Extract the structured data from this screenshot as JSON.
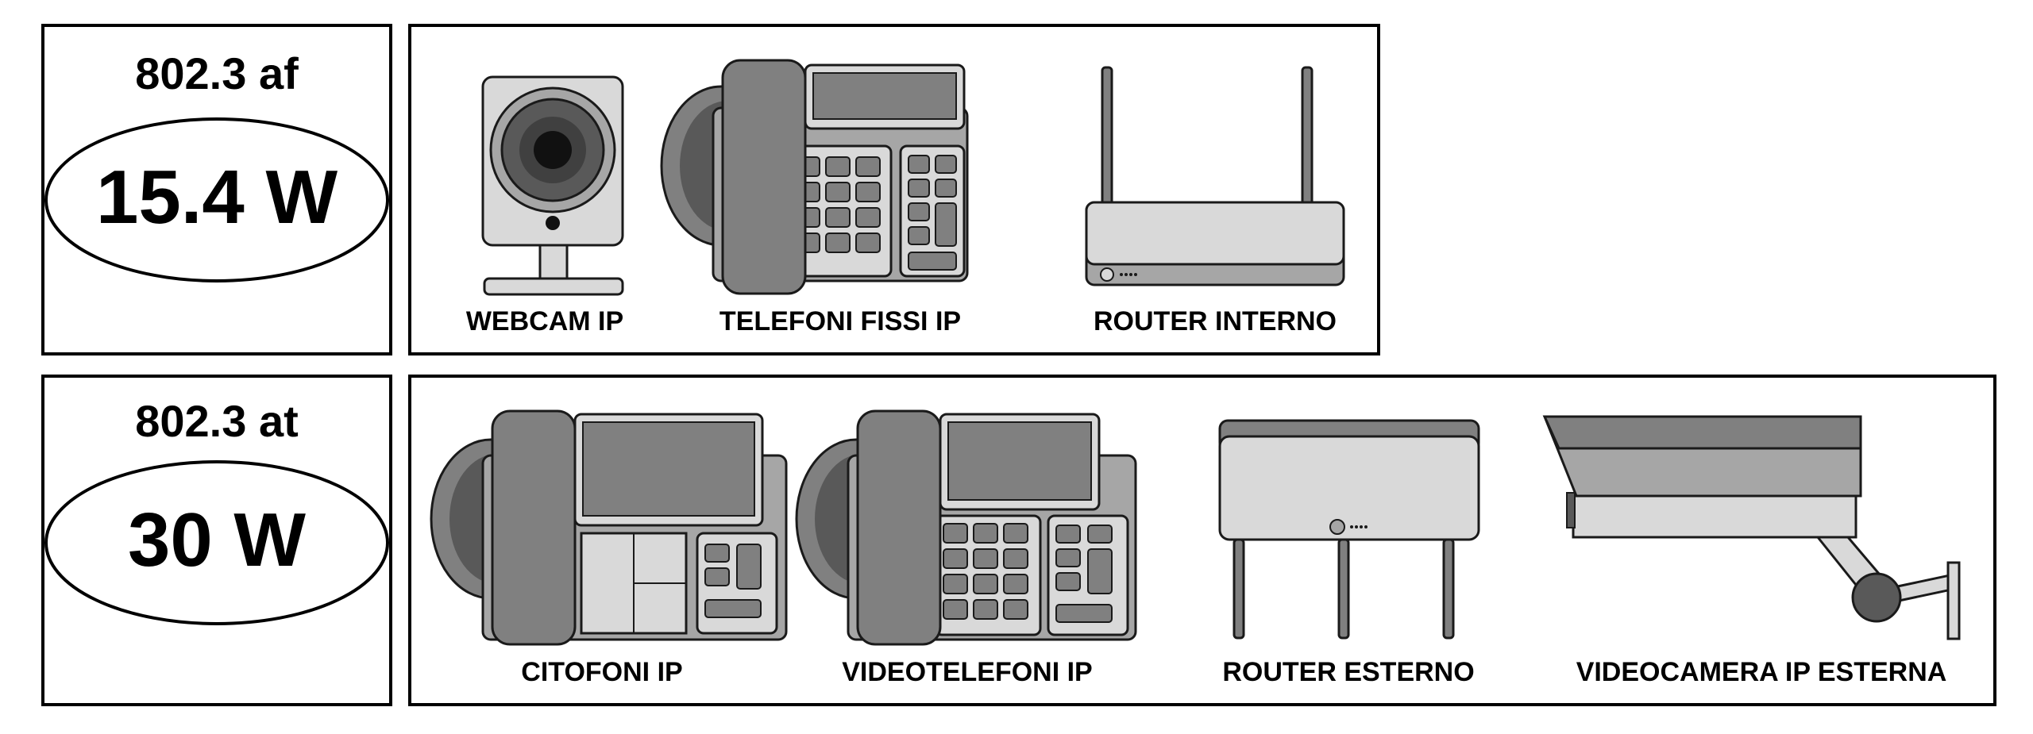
{
  "rows": [
    {
      "standard": "802.3 af",
      "power": "15.4 W",
      "devices": [
        {
          "label": "WEBCAM IP",
          "icon": "webcam-icon"
        },
        {
          "label": "TELEFONI FISSI IP",
          "icon": "desk-phone-icon"
        },
        {
          "label": "ROUTER INTERNO",
          "icon": "router-icon"
        }
      ]
    },
    {
      "standard": "802.3 at",
      "power": "30 W",
      "devices": [
        {
          "label": "CITOFONI IP",
          "icon": "intercom-icon"
        },
        {
          "label": "VIDEOTELEFONI IP",
          "icon": "video-phone-icon"
        },
        {
          "label": "ROUTER ESTERNO",
          "icon": "outdoor-router-icon"
        },
        {
          "label": "VIDEOCAMERA IP ESTERNA",
          "icon": "outdoor-camera-icon"
        }
      ]
    }
  ],
  "colors": {
    "light": "#d9d9d9",
    "mid": "#a6a6a6",
    "dark": "#808080",
    "darker": "#595959",
    "outline": "#1a1a1a"
  }
}
